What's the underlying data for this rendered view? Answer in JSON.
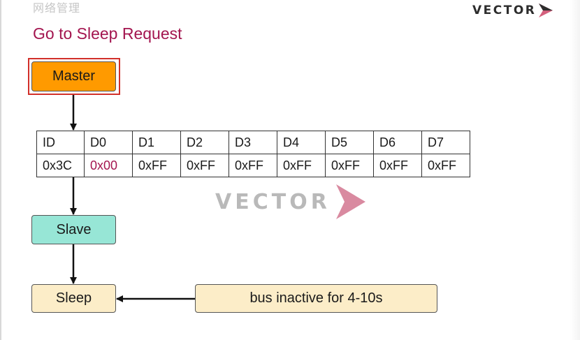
{
  "header": {
    "corner_text": "网络管理",
    "title": "Go to Sleep Request",
    "logo_text": "VECTOR"
  },
  "watermark": {
    "logo_text": "VECTOR"
  },
  "diagram": {
    "master_label": "Master",
    "slave_label": "Slave",
    "sleep_label": "Sleep",
    "bus_label": "bus inactive for 4-10s"
  },
  "frame": {
    "headers": [
      "ID",
      "D0",
      "D1",
      "D2",
      "D3",
      "D4",
      "D5",
      "D6",
      "D7"
    ],
    "values": [
      "0x3C",
      "0x00",
      "0xFF",
      "0xFF",
      "0xFF",
      "0xFF",
      "0xFF",
      "0xFF",
      "0xFF"
    ]
  },
  "colors": {
    "title": "#a3154f",
    "master_fill": "#ff9a00",
    "master_highlight_border": "#d2302a",
    "slave_fill": "#97e6d6",
    "sleep_fill": "#fcedc8",
    "d0_value": "#a3154f",
    "logo_chevron": "#d4607d"
  }
}
